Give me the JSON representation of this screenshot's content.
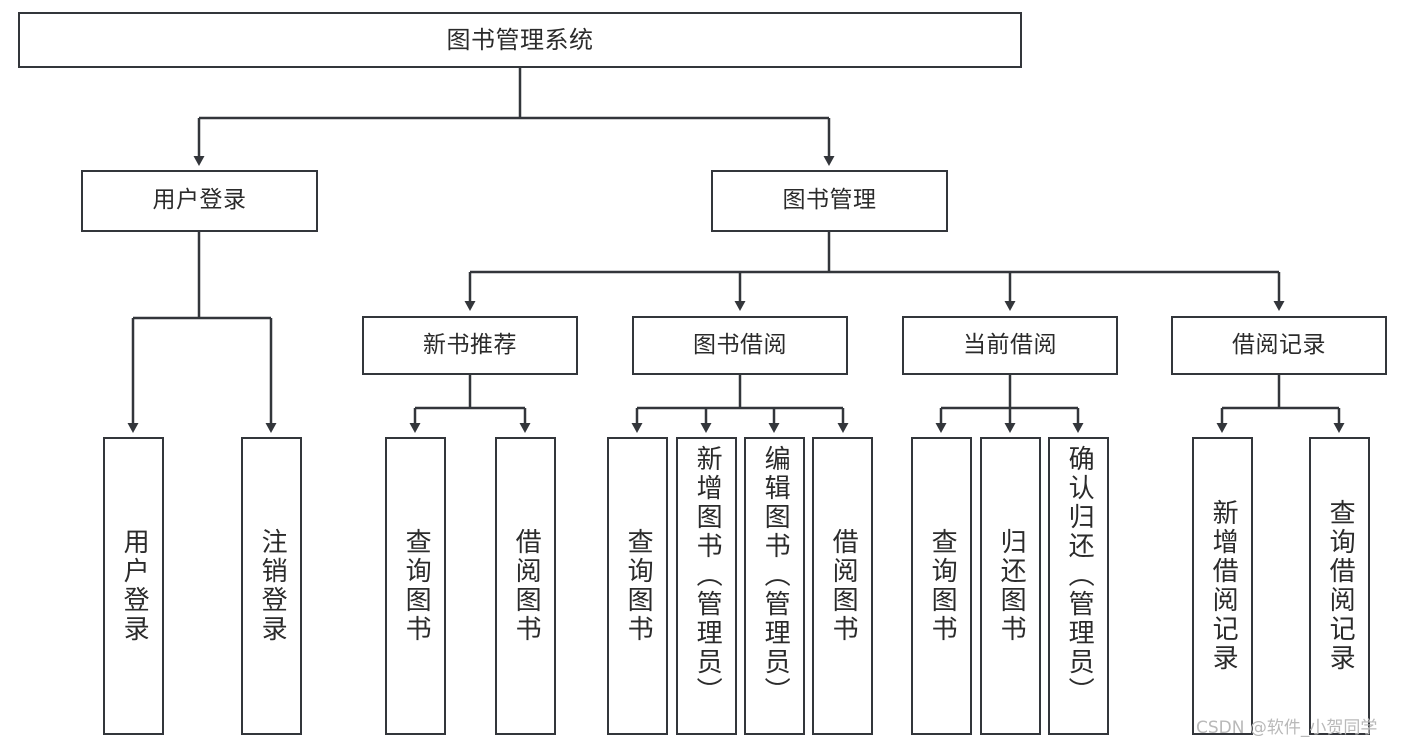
{
  "diagram": {
    "title": "图书管理系统",
    "type": "tree-hierarchy-diagram",
    "colors": {
      "border": "#33363b",
      "text": "#2b2b2b",
      "background": "#ffffff",
      "watermark": "#b9b9b9"
    },
    "root": {
      "label": "图书管理系统"
    },
    "level2": [
      {
        "label": "用户登录"
      },
      {
        "label": "图书管理"
      }
    ],
    "level3": [
      {
        "label": "新书推荐"
      },
      {
        "label": "图书借阅"
      },
      {
        "label": "当前借阅"
      },
      {
        "label": "借阅记录"
      }
    ],
    "leaves": {
      "user_login": [
        {
          "label": "用户登录"
        },
        {
          "label": "注销登录"
        }
      ],
      "new_book_recommend": [
        {
          "label": "查询图书"
        },
        {
          "label": "借阅图书"
        }
      ],
      "book_borrow": [
        {
          "label": "查询图书"
        },
        {
          "label": "新增图书（管理员）"
        },
        {
          "label": "编辑图书（管理员）"
        },
        {
          "label": "借阅图书"
        }
      ],
      "current_borrow": [
        {
          "label": "查询图书"
        },
        {
          "label": "归还图书"
        },
        {
          "label": "确认归还（管理员）"
        }
      ],
      "borrow_record": [
        {
          "label": "新增借阅记录"
        },
        {
          "label": "查询借阅记录"
        }
      ]
    }
  },
  "watermark": {
    "text": "CSDN @软件_小贺同学"
  }
}
